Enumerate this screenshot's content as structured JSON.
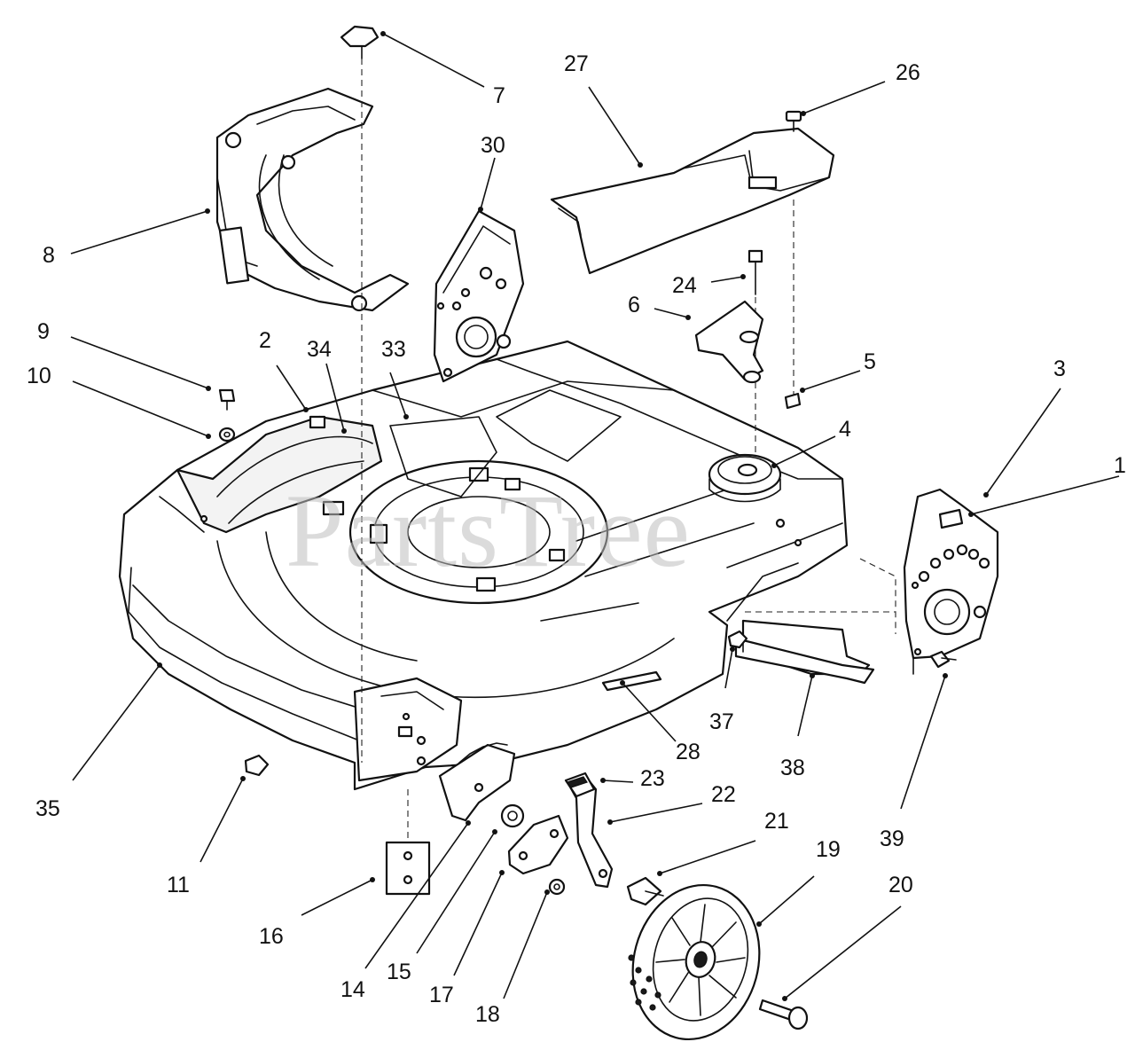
{
  "watermark": "PartsTree",
  "callouts": [
    {
      "label": "1"
    },
    {
      "label": "2"
    },
    {
      "label": "3"
    },
    {
      "label": "4"
    },
    {
      "label": "5"
    },
    {
      "label": "6"
    },
    {
      "label": "7"
    },
    {
      "label": "8"
    },
    {
      "label": "9"
    },
    {
      "label": "10"
    },
    {
      "label": "11"
    },
    {
      "label": "14"
    },
    {
      "label": "15"
    },
    {
      "label": "16"
    },
    {
      "label": "17"
    },
    {
      "label": "18"
    },
    {
      "label": "19"
    },
    {
      "label": "20"
    },
    {
      "label": "21"
    },
    {
      "label": "22"
    },
    {
      "label": "23"
    },
    {
      "label": "24"
    },
    {
      "label": "26"
    },
    {
      "label": "27"
    },
    {
      "label": "28"
    },
    {
      "label": "30"
    },
    {
      "label": "33"
    },
    {
      "label": "34"
    },
    {
      "label": "35"
    },
    {
      "label": "37"
    },
    {
      "label": "38"
    },
    {
      "label": "39"
    }
  ]
}
